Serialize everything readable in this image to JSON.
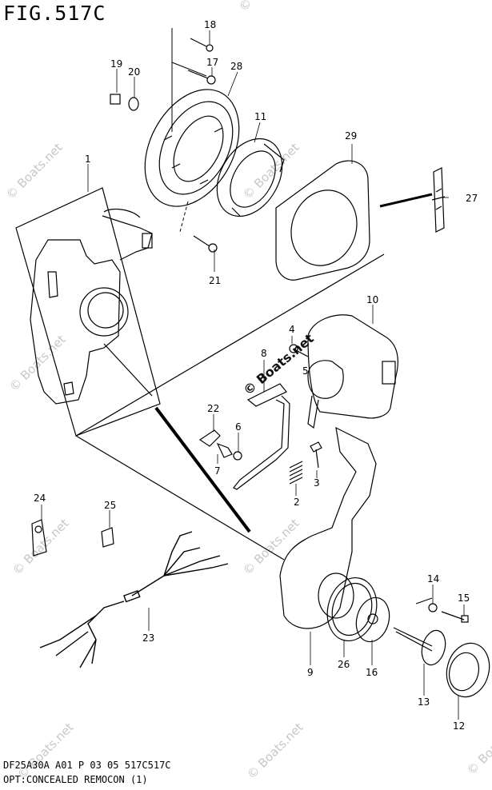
{
  "figure_title": "FIG.517C",
  "footer": {
    "code": "DF25A30A A01 P 03 05 517C517C",
    "caption": "OPT:CONCEALED REMOCON (1)"
  },
  "watermark": "© Boats.net",
  "callouts": [
    "1",
    "2",
    "3",
    "4",
    "5",
    "6",
    "7",
    "8",
    "9",
    "10",
    "11",
    "12",
    "13",
    "14",
    "15",
    "16",
    "17",
    "18",
    "19",
    "20",
    "21",
    "22",
    "23",
    "24",
    "25",
    "26",
    "27",
    "28",
    "29"
  ]
}
